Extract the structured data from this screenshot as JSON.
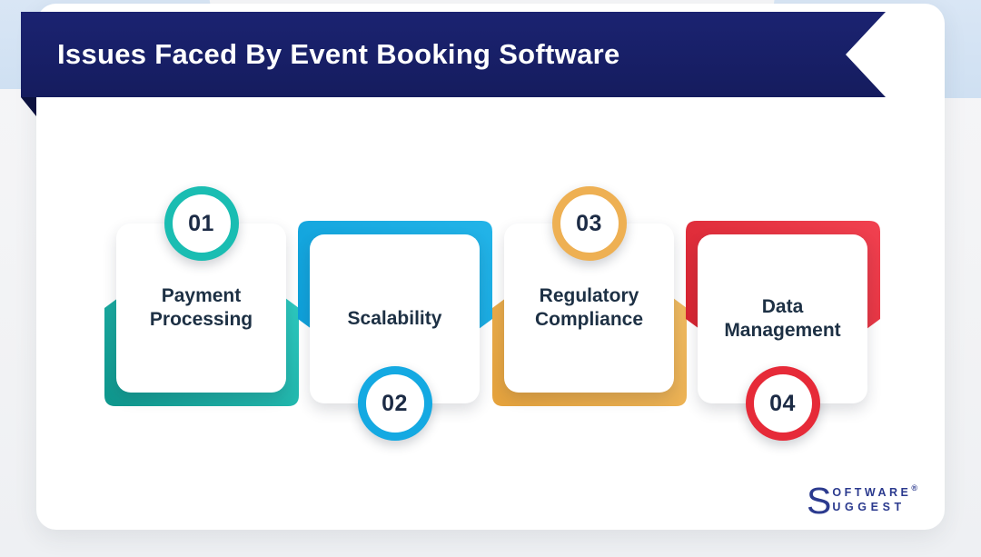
{
  "banner": {
    "title": "Issues Faced By Event Booking Software",
    "bg_color": "#161d5e"
  },
  "cards": [
    {
      "number": "01",
      "label": "Payment Processing",
      "accent_light": "#2ecbc1",
      "accent_dark": "#0e968c",
      "ring_color": "#1abdb2",
      "circle_pos": "top"
    },
    {
      "number": "02",
      "label": "Scalability",
      "accent_light": "#23b4e8",
      "accent_dark": "#0d9fd9",
      "ring_color": "#14a9e2",
      "circle_pos": "bottom"
    },
    {
      "number": "03",
      "label": "Regulatory Compliance",
      "accent_light": "#f0bb62",
      "accent_dark": "#e5a23c",
      "ring_color": "#eeb053",
      "circle_pos": "top"
    },
    {
      "number": "04",
      "label": "Data Management",
      "accent_light": "#f14150",
      "accent_dark": "#d6232f",
      "ring_color": "#e62a38",
      "circle_pos": "bottom"
    }
  ],
  "logo": {
    "initial": "S",
    "line1_rest": "OFTWARE",
    "reg_mark": "®",
    "line2_rest": "UGGEST",
    "color": "#2b3a8e"
  }
}
